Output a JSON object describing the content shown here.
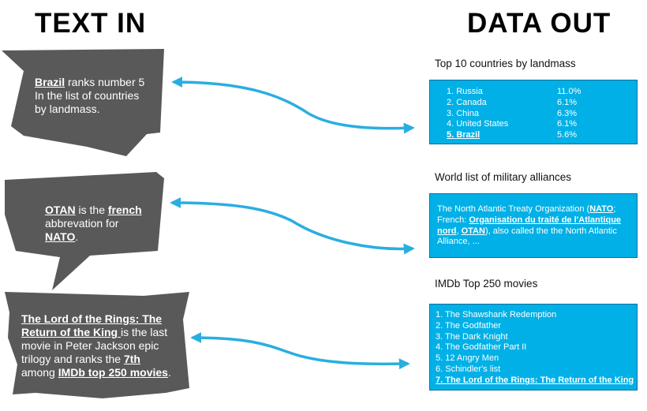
{
  "headings": {
    "left": "TEXT IN",
    "right": "DATA OUT"
  },
  "colors": {
    "bubble": "#595959",
    "box": "#00b0e6",
    "arrow": "#2aaee0"
  },
  "bubbles": [
    {
      "parts": [
        {
          "t": "Brazil",
          "u": true
        },
        {
          "t": " ranks number 5"
        },
        {
          "br": true
        },
        {
          "t": "In the list of countries"
        },
        {
          "br": true
        },
        {
          "t": "by landmass."
        }
      ]
    },
    {
      "parts": [
        {
          "t": "OTAN",
          "u": true
        },
        {
          "t": " is the "
        },
        {
          "t": "french",
          "u": true
        },
        {
          "br": true
        },
        {
          "t": "abbrevation for"
        },
        {
          "br": true
        },
        {
          "t": "NATO",
          "u": true
        },
        {
          "t": "."
        }
      ]
    },
    {
      "parts": [
        {
          "t": "The Lord of the Rings: The",
          "u": true
        },
        {
          "br": true
        },
        {
          "t": "Return of the King ",
          "u": true
        },
        {
          "t": "is the last"
        },
        {
          "br": true
        },
        {
          "t": "movie in Peter Jackson epic"
        },
        {
          "br": true
        },
        {
          "t": "trilogy and ranks the "
        },
        {
          "t": "7th",
          "u": true
        },
        {
          "br": true
        },
        {
          "t": "among "
        },
        {
          "t": "IMDb top 250 movies",
          "u": true
        },
        {
          "t": "."
        }
      ]
    }
  ],
  "countries": {
    "title": "Top 10 countries by landmass",
    "rows": [
      {
        "name": "1. Russia",
        "pct": "11.0%"
      },
      {
        "name": "2. Canada",
        "pct": "6.1%"
      },
      {
        "name": "3. China",
        "pct": "6.3%"
      },
      {
        "name": "4. United States",
        "pct": "6.1%"
      },
      {
        "name": "5. Brazil",
        "pct": "5.6%",
        "highlight": true
      }
    ]
  },
  "alliances": {
    "title": "World list of military alliances",
    "lines": [
      [
        {
          "t": "The North Atlantic Treaty Organization ("
        },
        {
          "t": "NATO",
          "u": true
        },
        {
          "t": ";"
        }
      ],
      [
        {
          "t": "French: "
        },
        {
          "t": "Organisation du traité de l'Atlantique",
          "u": true
        }
      ],
      [
        {
          "t": "nord",
          "u": true
        },
        {
          "t": ", "
        },
        {
          "t": "OTAN",
          "u": true
        },
        {
          "t": "), also called the the North Atlantic"
        }
      ],
      [
        {
          "t": "Alliance, ..."
        }
      ]
    ]
  },
  "movies": {
    "title": "IMDb Top 250 movies",
    "items": [
      {
        "label": "1. The Shawshank Redemption"
      },
      {
        "label": "2. The Godfather"
      },
      {
        "label": "3. The Dark Knight"
      },
      {
        "label": "4. The Godfather Part II"
      },
      {
        "label": "5. 12 Angry Men"
      },
      {
        "label": "6. Schindler's list"
      },
      {
        "label": "7. The Lord of the Rings: The Return of the King",
        "highlight": true
      }
    ]
  }
}
